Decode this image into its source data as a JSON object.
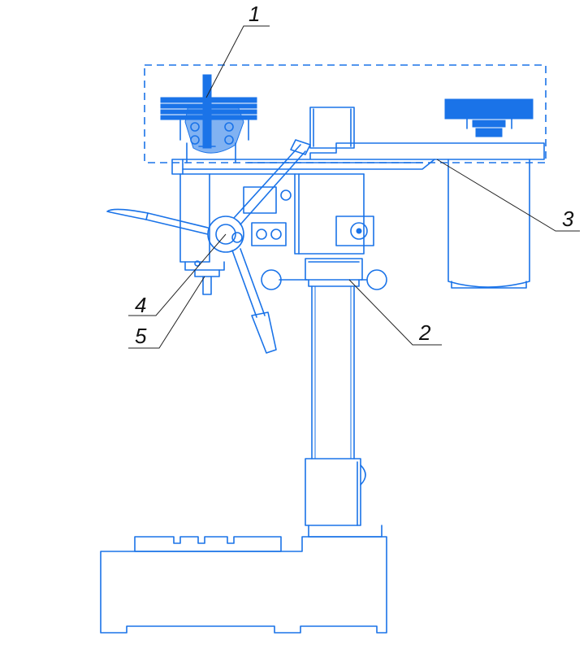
{
  "labels": {
    "l1": "1",
    "l2": "2",
    "l3": "3",
    "l4": "4",
    "l5": "5"
  },
  "colors": {
    "drawing": "#1a73e8",
    "leader": "#222222"
  }
}
